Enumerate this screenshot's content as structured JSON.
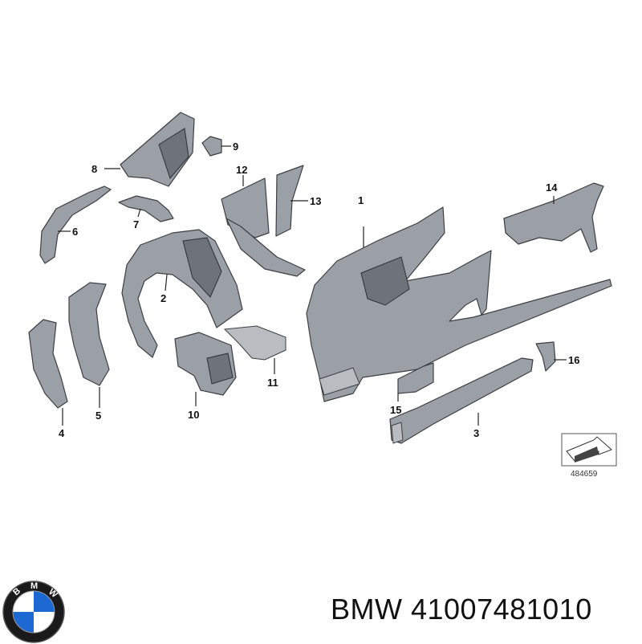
{
  "callouts": [
    "1",
    "2",
    "3",
    "4",
    "5",
    "6",
    "7",
    "8",
    "9",
    "10",
    "11",
    "12",
    "13",
    "14",
    "15",
    "16"
  ],
  "reference_number": "484659",
  "footer": {
    "brand": "BMW",
    "part_number": "41007481010",
    "text": "BMW 41007481010"
  },
  "logo": {
    "letters": "BMW",
    "colors": {
      "blue": "#1c69d4",
      "white": "#ffffff",
      "ring": "#111111"
    }
  },
  "colors": {
    "part_fill": "#9aa0a6",
    "outline": "#3c3f43",
    "text": "#111111"
  }
}
